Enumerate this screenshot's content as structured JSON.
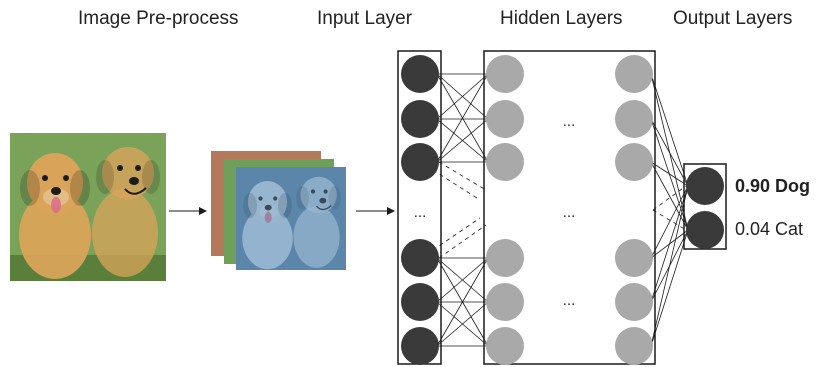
{
  "stages": {
    "preprocess": "Image Pre-process",
    "input": "Input Layer",
    "hidden": "Hidden Layers",
    "output": "Output Layers"
  },
  "ellipsis": "...",
  "outputs": [
    {
      "score": "0.90",
      "label": "Dog",
      "text": "0.90 Dog",
      "emphasized": true
    },
    {
      "score": "0.04",
      "label": "Cat",
      "text": "0.04 Cat",
      "emphasized": false
    }
  ],
  "colors": {
    "input_node": "#3a3a3a",
    "output_node": "#3a3a3a",
    "hidden_node": "#a9a9a9",
    "stroke": "#1a1a1a",
    "channel_red": "#b4785a",
    "channel_green": "#6f9f5a",
    "channel_blue": "#5b86aa",
    "photo_background": "#7aa259",
    "puppy_fur": "#d9a45a"
  }
}
